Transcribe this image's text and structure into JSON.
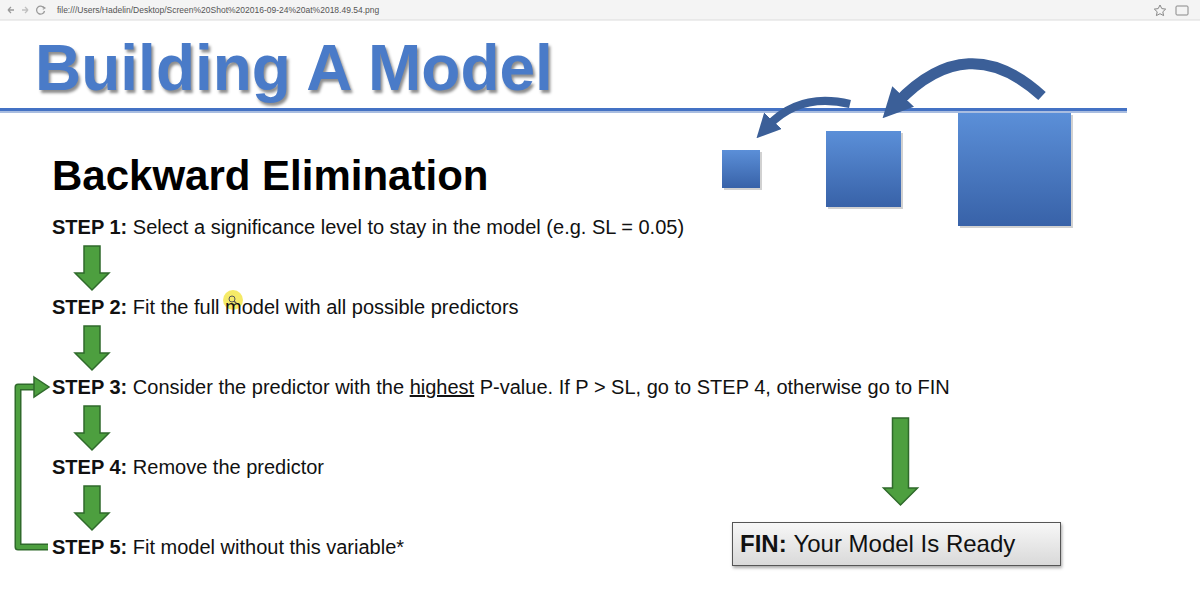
{
  "diagram": {
    "title": "Building A Model",
    "nodes": [
      {
        "text": [
          "STEP 1:",
          "Select a significance level to stay in the model (e.g. SL = 0.05)"
        ]
      },
      {
        "text": [
          "STEP 2:",
          "Fit the full model with all possible predictors"
        ]
      },
      {
        "text": [
          "STEP 3:",
          "Consider the predictor with the",
          "highest",
          "P-value. If P > SL, go to STEP 4, otherwise go to FIN"
        ]
      },
      {
        "text": [
          "STEP 4:",
          "Remove the predictor"
        ]
      },
      {
        "text": [
          "STEP 5:",
          "Fit model without this variable*"
        ]
      },
      {
        "text": [
          "FIN:",
          "Your Model Is Ready"
        ]
      }
    ],
    "edges": [
      {
        "from": 0,
        "to": 1,
        "arrow": "to"
      },
      {
        "from": 1,
        "to": 2,
        "arrow": "to"
      },
      {
        "from": 2,
        "to": 3,
        "arrow": "to"
      },
      {
        "from": 3,
        "to": 4,
        "arrow": "to"
      },
      {
        "from": 4,
        "to": 2,
        "arrow": "to"
      },
      {
        "from": 2,
        "to": 5,
        "arrow": "to"
      }
    ],
    "labels": [
      "file:///Users/Hadelin/Desktop/Screen%20Shot%202016-09-24%20at%2018.49.54.png",
      "Backward Elimination"
    ]
  }
}
